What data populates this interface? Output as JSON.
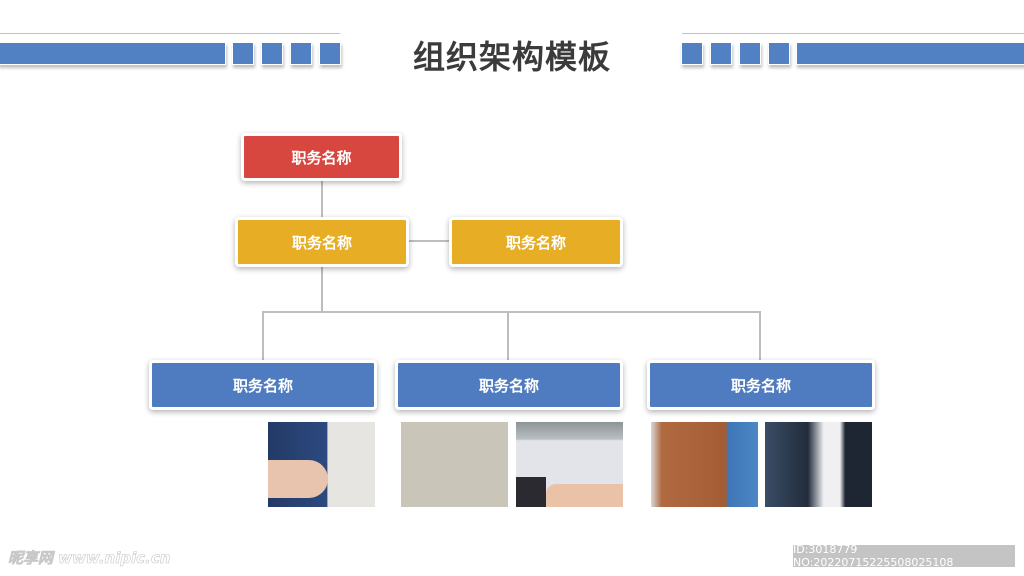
{
  "title": "组织架构模板",
  "chart": {
    "root": "职务名称",
    "level2": [
      "职务名称",
      "职务名称"
    ],
    "level3": [
      "职务名称",
      "职务名称",
      "职务名称"
    ]
  },
  "colors": {
    "root": "#d8473f",
    "level2": "#e6ad25",
    "level3": "#4f7cc1",
    "accent_bar": "#5181c2"
  },
  "watermark": "昵享网 www.nipic.cn",
  "image_id": "ID:3018779 NO:20220715225508025108"
}
